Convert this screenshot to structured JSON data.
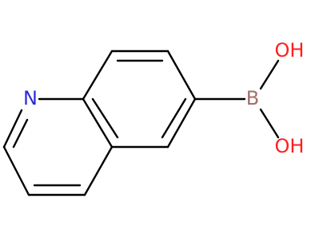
{
  "molecule": {
    "atoms": {
      "N": {
        "label": "N",
        "color": "#2c2cd6"
      },
      "B": {
        "label": "B",
        "color": "#a76d6d"
      },
      "OH1": {
        "label": "OH",
        "color": "#ff1f1f"
      },
      "OH2": {
        "label": "OH",
        "color": "#ff1f1f"
      }
    },
    "bond_color": "#000000"
  }
}
